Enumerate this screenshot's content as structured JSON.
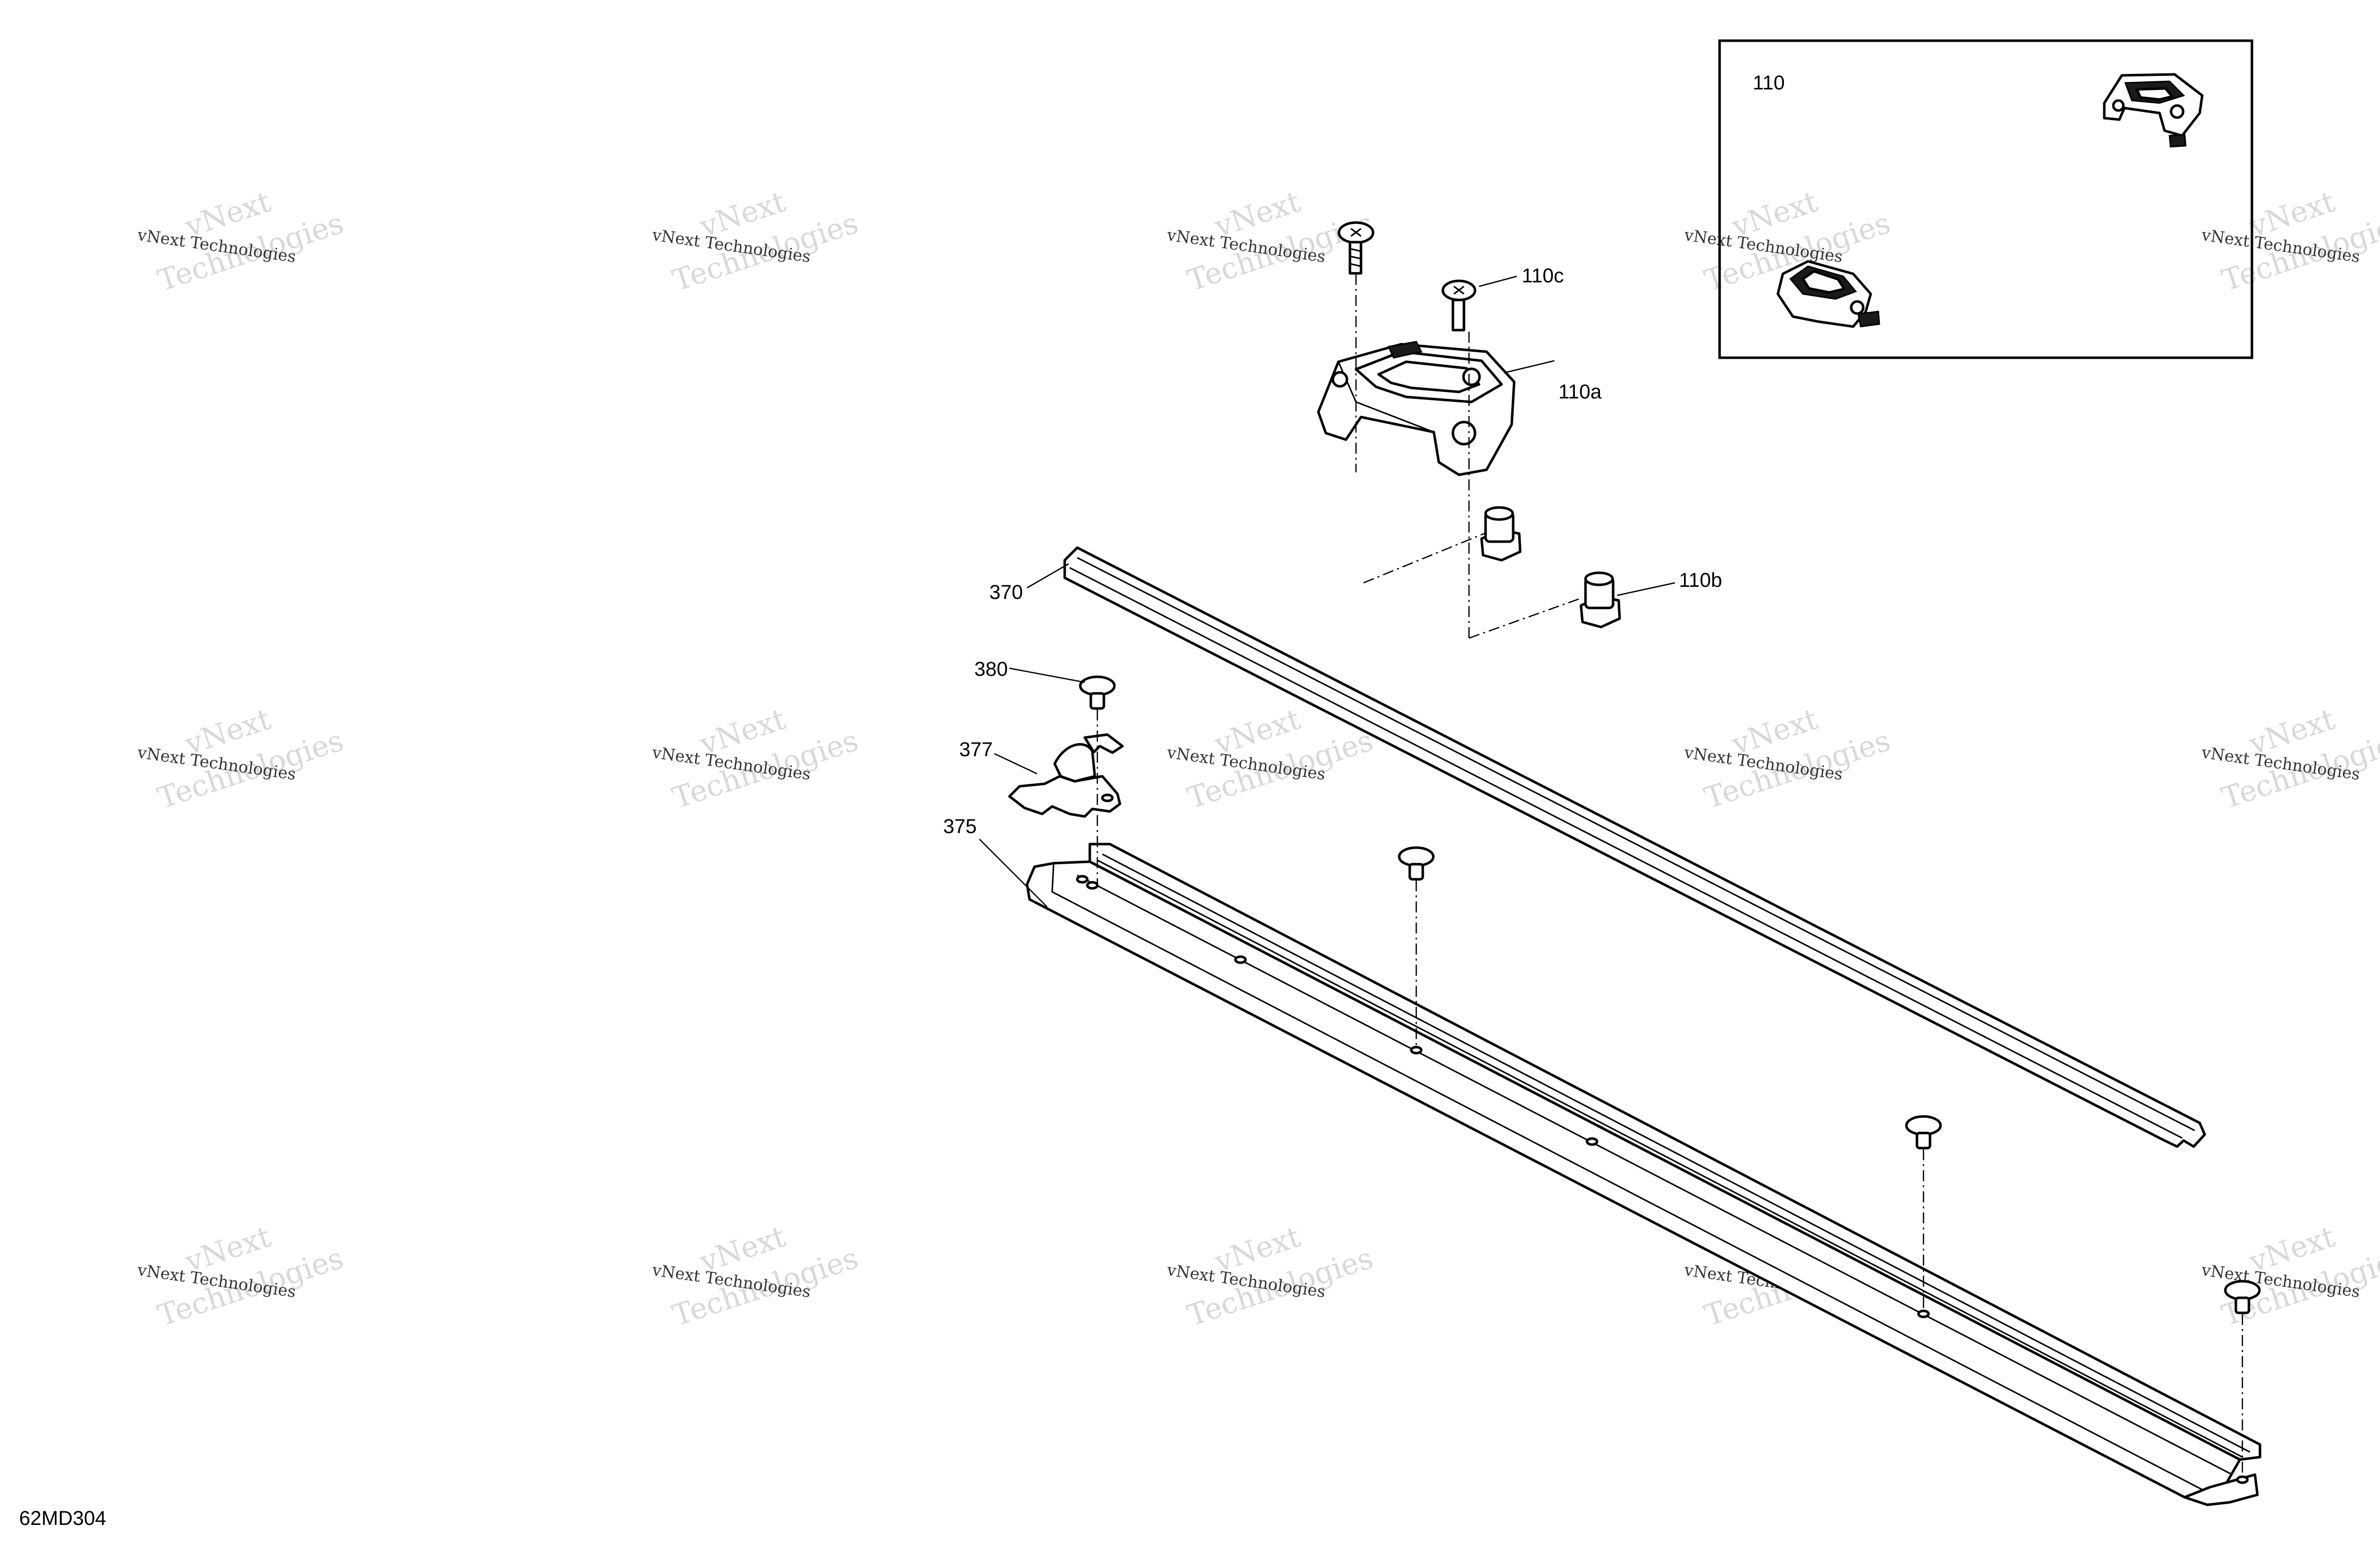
{
  "diagram": {
    "code": "62MD304",
    "callouts": {
      "c110": "110",
      "c110a": "110a",
      "c110b": "110b",
      "c110c": "110c",
      "c370": "370",
      "c375": "375",
      "c377": "377",
      "c380": "380"
    },
    "watermark": {
      "line1": "vNext Technologies",
      "line2": "vNext",
      "line3": "Technologies"
    }
  }
}
